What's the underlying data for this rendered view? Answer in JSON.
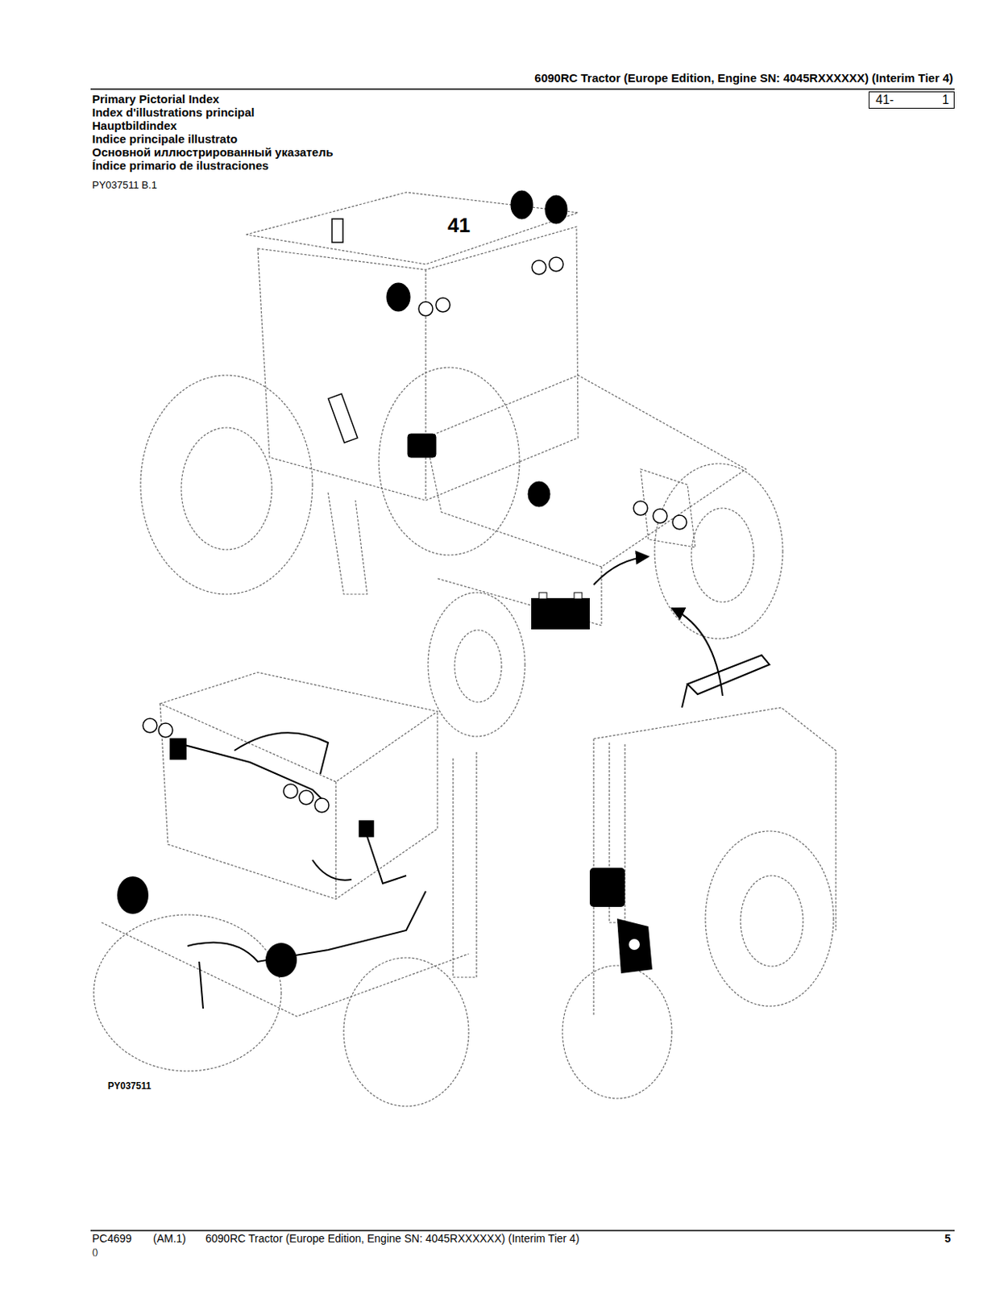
{
  "diagram": {
    "title": "6090RC Tractor (Europe Edition, Engine SN: 4045RXXXXXX) (Interim Tier 4)",
    "nodes": [
      {
        "text": [
          "41-",
          "1"
        ]
      }
    ],
    "labels": [
      "Primary Pictorial Index",
      "Index d'illustrations principal",
      "Hauptbildindex",
      "Indice principale illustrato",
      "Основной иллюстрированный указатель",
      "Índice primario de ilustraciones",
      "PY037511 B.1",
      "41",
      "PY037511",
      "PC4699",
      "(AM.1)",
      "6090RC Tractor (Europe Edition, Engine SN: 4045RXXXXXX) (Interim Tier 4)",
      "5",
      "()"
    ]
  }
}
